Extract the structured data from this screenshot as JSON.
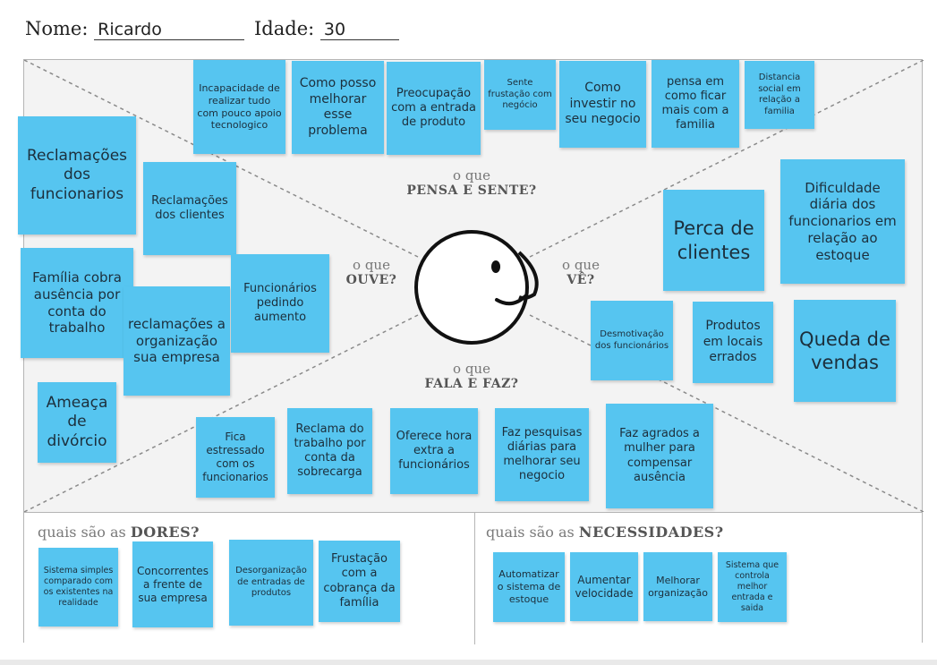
{
  "header": {
    "nome_label": "Nome:",
    "nome_value": "Ricardo",
    "idade_label": "Idade:",
    "idade_value": "30"
  },
  "quadrants": {
    "pensa": {
      "pre": "o que",
      "main": "PENSA E SENTE?"
    },
    "ouve": {
      "pre": "o que",
      "main": "OUVE?"
    },
    "ve": {
      "pre": "o que",
      "main": "VÊ?"
    },
    "fala": {
      "pre": "o que",
      "main": "FALA E FAZ?"
    }
  },
  "sections": {
    "dores": {
      "pre": "quais são as",
      "main": "DORES?"
    },
    "necessidades": {
      "pre": "quais são as",
      "main": "NECESSIDADES?"
    }
  },
  "notes": {
    "pensa": [
      "Incapacidade de realizar tudo com pouco apoio tecnologico",
      "Como posso melhorar esse problema",
      "Preocupação com a entrada de produto",
      "Sente frustação com negócio",
      "Como investir no seu negocio",
      "pensa em como ficar mais com a familia",
      "Distancia social em relação a familia"
    ],
    "ouve": [
      "Reclamações dos funcionarios",
      "Reclamações dos clientes",
      "Família cobra ausência por conta do trabalho",
      "reclamações a organização sua empresa",
      "Funcionários pedindo aumento",
      "Ameaça de divórcio"
    ],
    "ve": [
      "Dificuldade diária dos funcionarios em relação ao estoque",
      "Perca de clientes",
      "Desmotivação dos funcionários",
      "Produtos em locais errados",
      "Queda de vendas"
    ],
    "fala": [
      "Fica estressado com os funcionarios",
      "Reclama do trabalho por conta da sobrecarga",
      "Oferece hora extra a funcionários",
      "Faz pesquisas diárias para melhorar seu negocio",
      "Faz agrados a mulher para compensar ausência"
    ],
    "dores": [
      "Sistema simples comparado com os existentes na realidade",
      "Concorrentes a frente de sua empresa",
      "Desorganização de entradas de produtos",
      "Frustação com a cobrança da família"
    ],
    "necessidades": [
      "Automatizar o sistema de estoque",
      "Aumentar velocidade",
      "Melhorar organização",
      "Sistema que controla melhor entrada e saida"
    ]
  },
  "colors": {
    "note": "#56c5f0",
    "board_bg": "#f3f3f3",
    "diagonal": "#8a8a8a"
  }
}
